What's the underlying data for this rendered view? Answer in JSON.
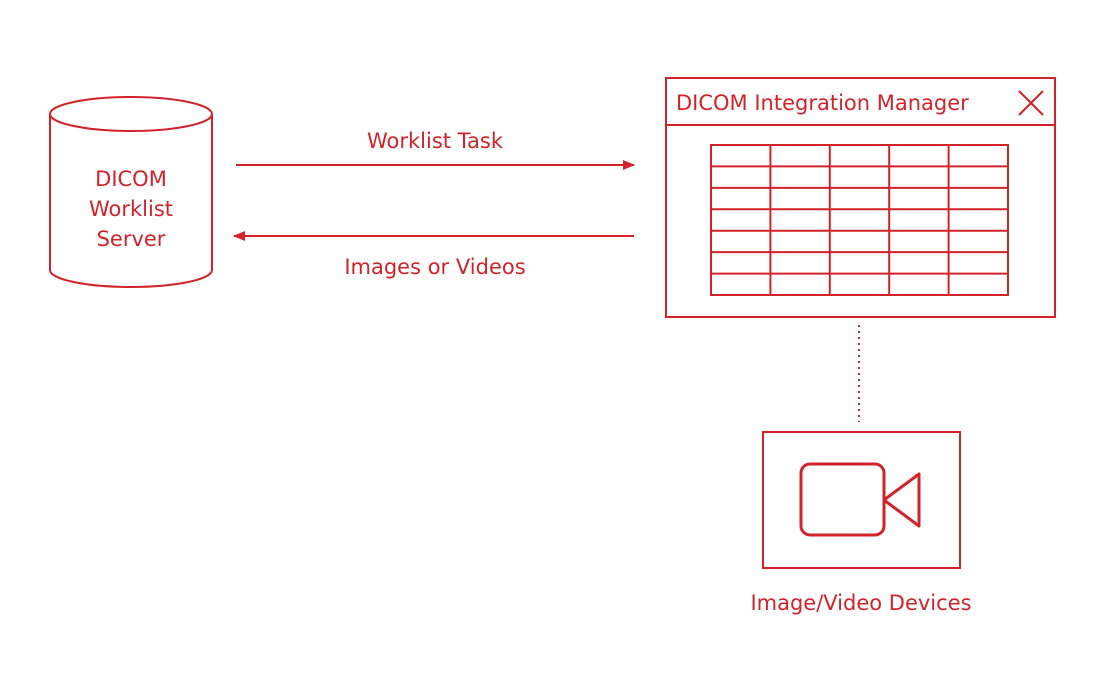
{
  "colors": {
    "accent": "#d2232a",
    "background": "#ffffff"
  },
  "server": {
    "label_lines": [
      "DICOM",
      "Worklist",
      "Server"
    ]
  },
  "arrows": {
    "top_label": "Worklist Task",
    "bottom_label": "Images or Videos"
  },
  "manager": {
    "title": "DICOM Integration Manager",
    "close_icon": "close-icon",
    "grid": {
      "rows": 7,
      "cols": 5
    }
  },
  "device": {
    "icon": "video-camera-icon",
    "caption": "Image/Video Devices"
  }
}
